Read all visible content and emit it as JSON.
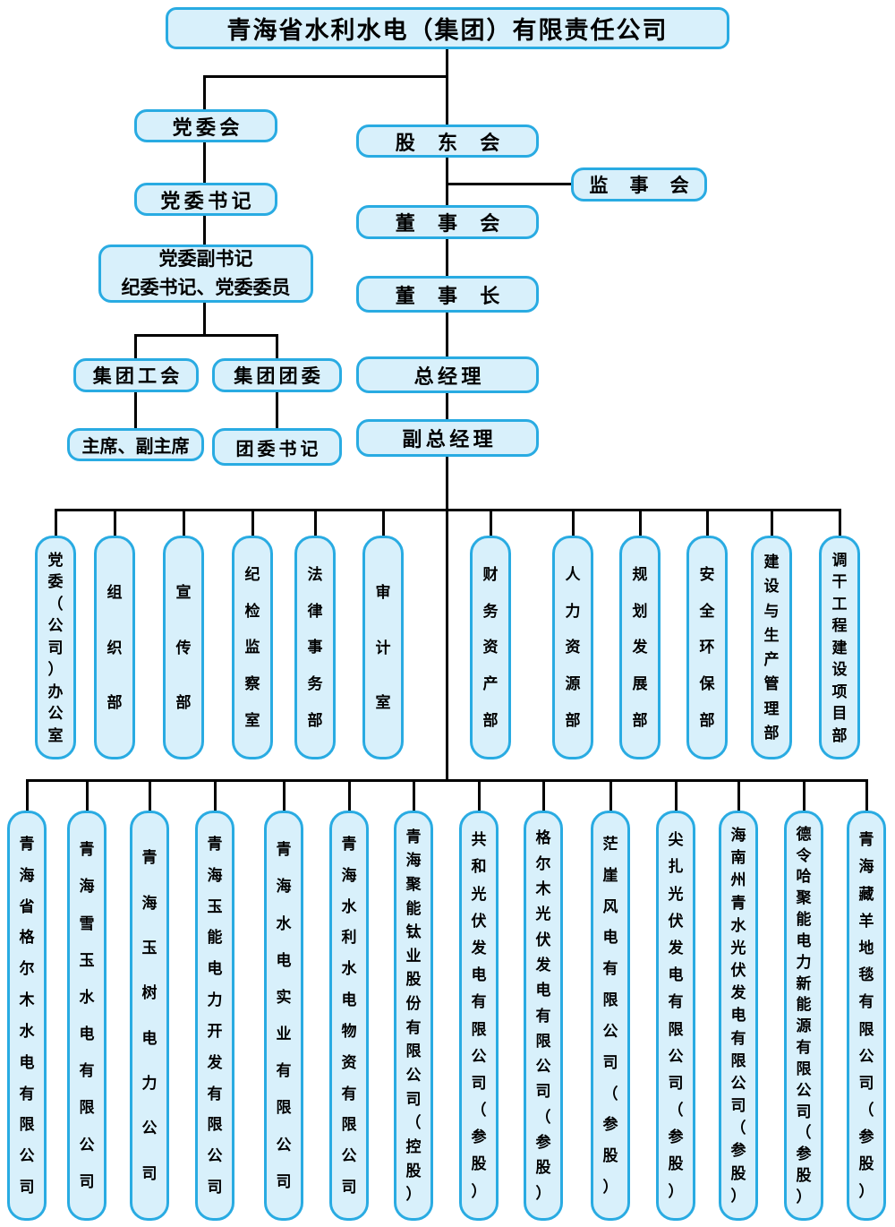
{
  "colors": {
    "border": "#29abe2",
    "fill": "#d8f0fb",
    "line": "#000000",
    "text": "#000000"
  },
  "root": {
    "name": "青海省水利水电（集团）有限责任公司"
  },
  "party": {
    "committee": "党委会",
    "secretary": "党委书记",
    "deputy": {
      "line1": "党委副书记",
      "line2": "纪委书记、党委委员"
    },
    "union": "集团工会",
    "youth_league": "集团团委",
    "union_leaders": "主席、副主席",
    "league_secretary": "团委书记"
  },
  "governance": {
    "shareholders_meeting": "股东会",
    "supervisory_board": "监事会",
    "board_of_directors": "董事会",
    "board_chairman": "董事长",
    "general_manager": "总经理",
    "deputy_general_manager": "副总经理"
  },
  "departments": [
    "党委（公司）办公室",
    "组织部",
    "宣传部",
    "纪检监察室",
    "法律事务部",
    "审计室",
    "财务资产部",
    "人力资源部",
    "规划发展部",
    "安全环保部",
    "建设与生产管理部",
    "调干工程建设项目部"
  ],
  "subsidiaries": [
    "青海省格尔木水电有限公司",
    "青海雪玉水电有限公司",
    "青海玉树电力公司",
    "青海玉能电力开发有限公司",
    "青海水电实业有限公司",
    "青海水利水电物资有限公司",
    "青海聚能钛业股份有限公司（控股）",
    "共和光伏发电有限公司（参股）",
    "格尔木光伏发电有限公司（参股）",
    "茫崖风电有限公司（参股）",
    "尖扎光伏发电有限公司（参股）",
    "海南州青水光伏发电有限公司（参股）",
    "德令哈聚能电力新能源有限公司（参股）",
    "青海藏羊地毯有限公司（参股）"
  ]
}
